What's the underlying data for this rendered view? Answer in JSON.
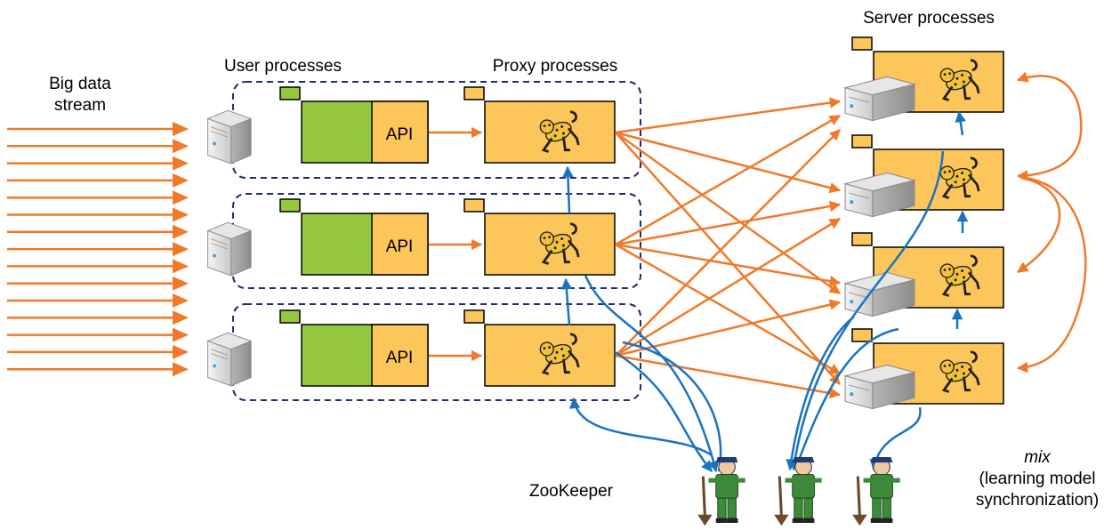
{
  "labels": {
    "big_data_line1": "Big data",
    "big_data_line2": "stream",
    "user_processes": "User processes",
    "proxy_processes": "Proxy processes",
    "server_processes": "Server processes",
    "zookeeper": "ZooKeeper",
    "mix": "mix",
    "mix_line2": "(learning model",
    "mix_line3": "synchronization)"
  },
  "user_rows": [
    {
      "api_label": "API"
    },
    {
      "api_label": "API"
    },
    {
      "api_label": "API"
    }
  ],
  "server_count": 4,
  "zookeeper_count": 3,
  "stream_arrow_count": 15,
  "icons": [
    "server-icon",
    "jaguar-icon",
    "zookeeper-icon"
  ],
  "colors": {
    "orange_arrow": "#f07a2a",
    "blue_arrow": "#1a73c0",
    "green_box": "#95c83e",
    "yellow_box": "#fcc65a",
    "dashed_border": "#1d2f6e"
  }
}
